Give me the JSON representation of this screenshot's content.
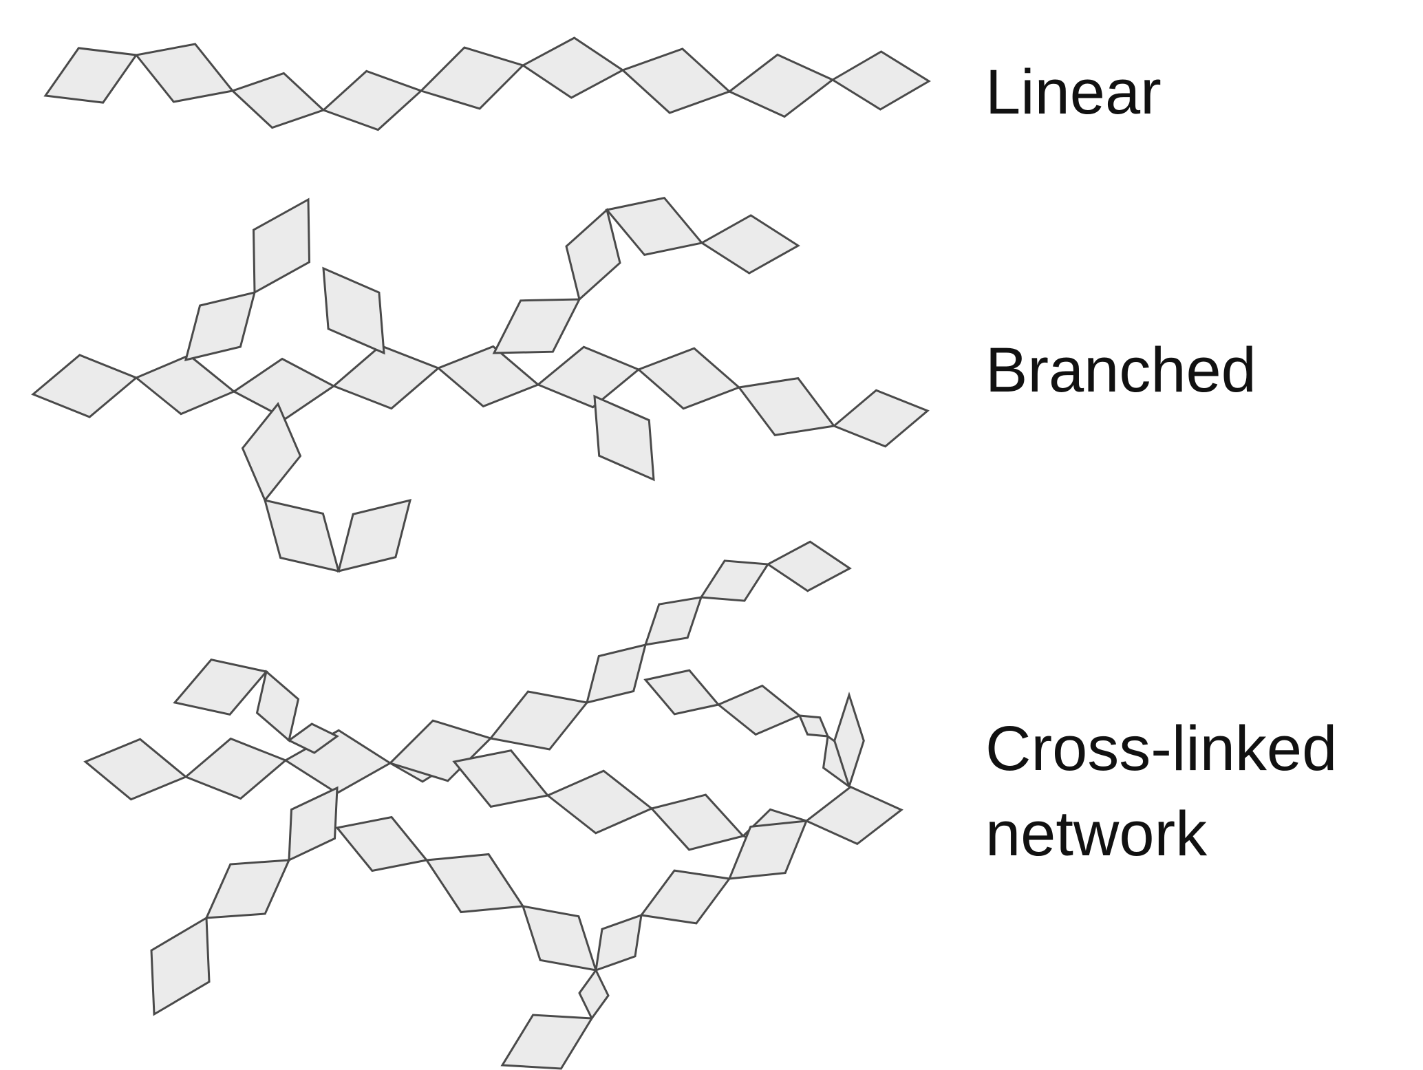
{
  "labels": {
    "linear": "Linear",
    "branched": "Branched",
    "crosslinked_line1": "Cross-linked",
    "crosslinked_line2": "network"
  },
  "colors": {
    "unit_fill": "#ebebeb",
    "unit_stroke": "#4a4a4a",
    "text": "#111111"
  },
  "structures": [
    {
      "name": "linear",
      "unit_shape": "rhombus"
    },
    {
      "name": "branched",
      "unit_shape": "rhombus"
    },
    {
      "name": "cross-linked-network",
      "unit_shape": "rhombus"
    }
  ]
}
